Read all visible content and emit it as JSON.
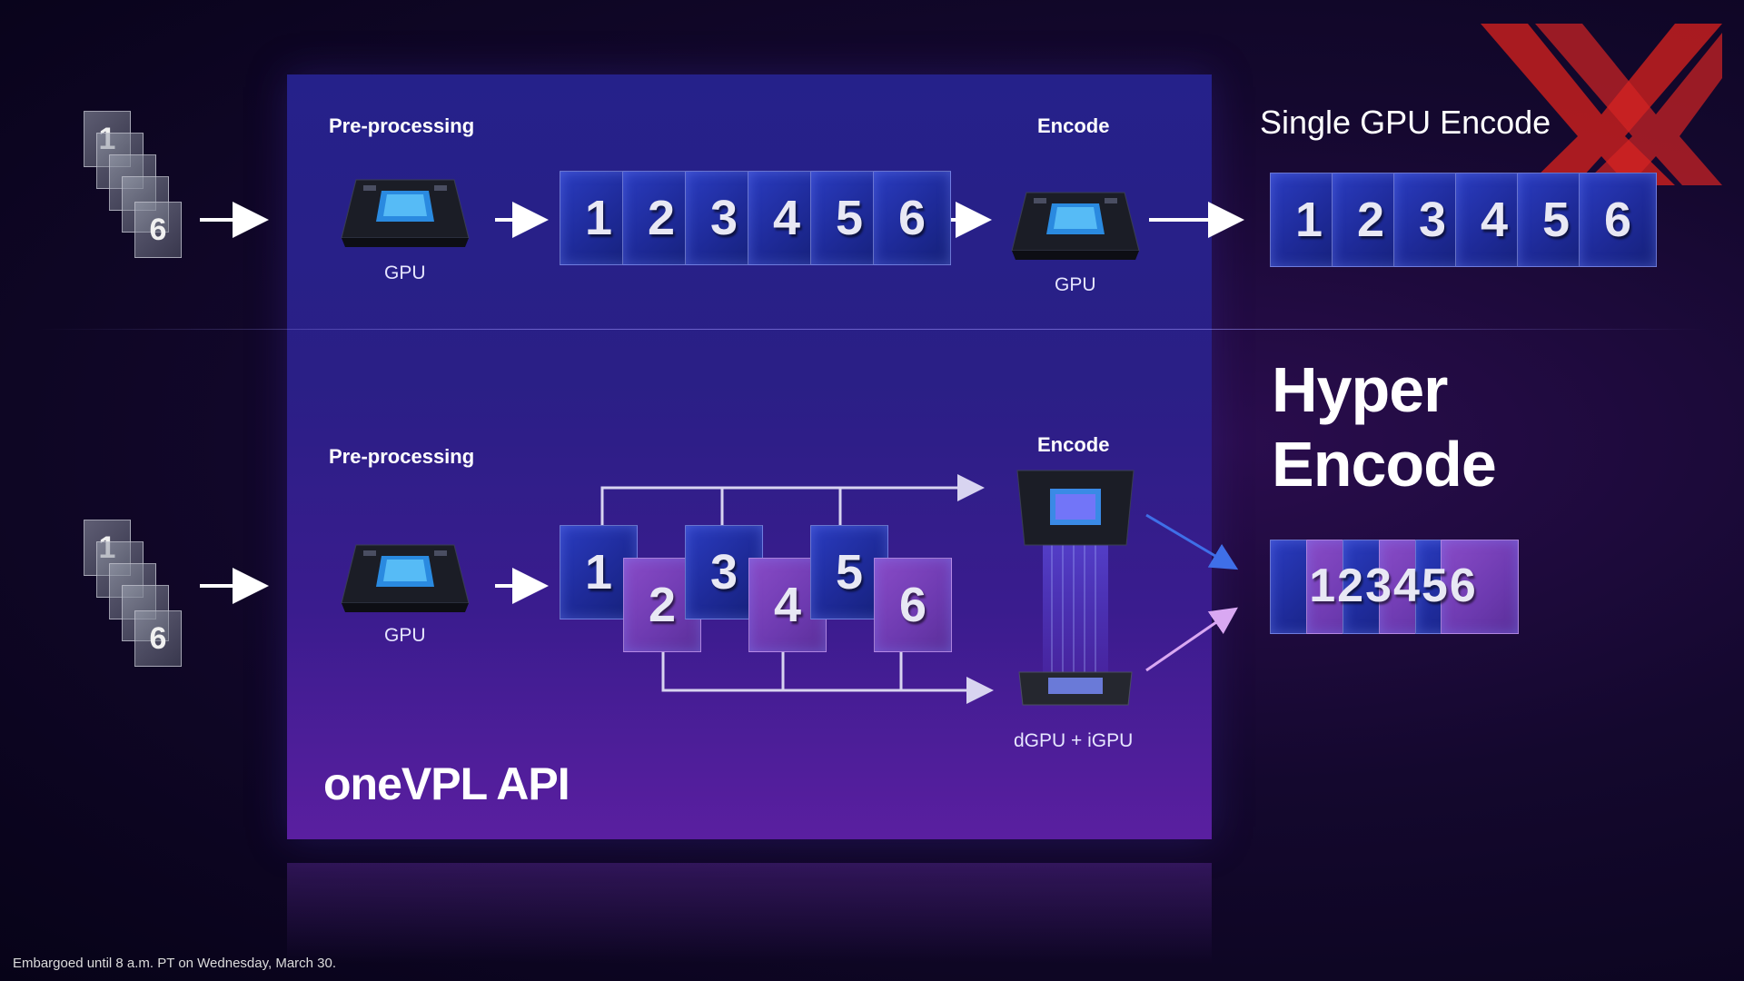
{
  "top": {
    "preprocessing": "Pre-processing",
    "encode": "Encode",
    "gpu_label_1": "GPU",
    "gpu_label_2": "GPU",
    "frames": [
      "1",
      "2",
      "3",
      "4",
      "5",
      "6"
    ],
    "output_frames": [
      "1",
      "2",
      "3",
      "4",
      "5",
      "6"
    ],
    "output_title": "Single GPU Encode",
    "stack_numbers": [
      "1",
      "6"
    ]
  },
  "bottom": {
    "preprocessing": "Pre-processing",
    "encode": "Encode",
    "gpu_label": "GPU",
    "device_label": "dGPU + iGPU",
    "frames": [
      "1",
      "2",
      "3",
      "4",
      "5",
      "6"
    ],
    "output_frames": [
      "1",
      "2",
      "3",
      "4",
      "5",
      "6"
    ],
    "output_title_line1": "Hyper",
    "output_title_line2": "Encode",
    "stack_numbers": [
      "1",
      "6"
    ]
  },
  "api_title": "oneVPL API",
  "footnote": "Embargoed until 8 a.m. PT on Wednesday, March 30.",
  "colors": {
    "panel": "#2a2188",
    "frame_blue": "#1e2a98",
    "frame_pink": "#6d3ab0",
    "watermark_red": "#cc1f1f"
  },
  "icons": [
    "gpu-chip-icon",
    "arrow-right-icon",
    "hyper-encode-device-icon",
    "watermark-xx-logo"
  ]
}
